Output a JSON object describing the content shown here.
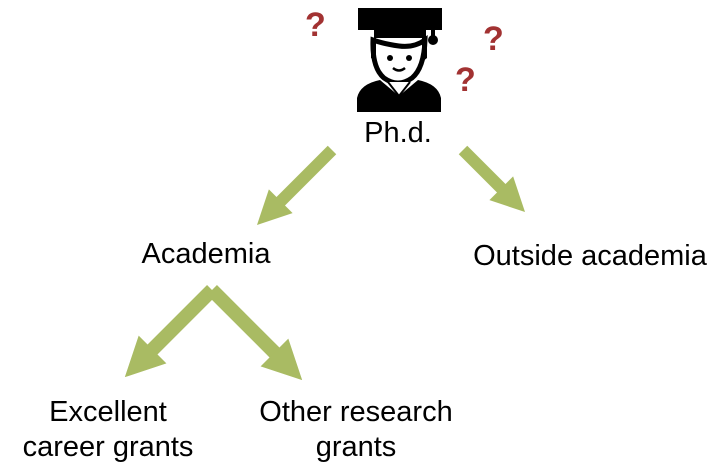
{
  "diagram": {
    "root_label": "Ph.d.",
    "nodes": {
      "academia": "Academia",
      "outside": "Outside academia",
      "excellent_line1": "Excellent",
      "excellent_line2": "career grants",
      "other_line1": "Other research",
      "other_line2": "grants"
    },
    "question_marks": [
      "?",
      "?",
      "?"
    ],
    "icon": "graduate-person-icon"
  },
  "colors": {
    "arrow": "#a9bb63",
    "question": "#a23232",
    "icon": "#000000",
    "text": "#000000"
  }
}
